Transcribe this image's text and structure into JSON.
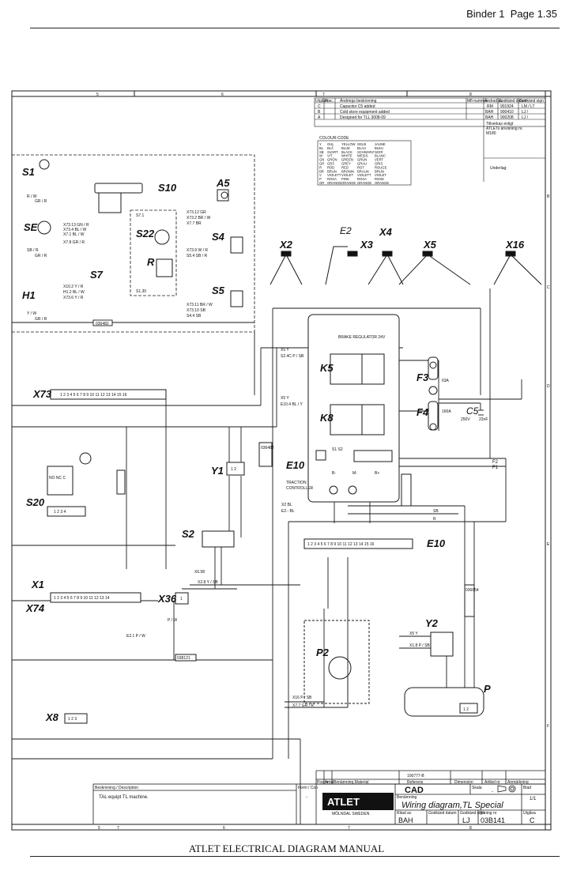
{
  "header": {
    "binder": "Binder 1",
    "page": "Page 1.35"
  },
  "footer": {
    "title": "ATLET ELECTRICAL DIAGRAM MANUAL"
  },
  "frame": {
    "columns_top": [
      "5",
      "6",
      "7",
      "8"
    ],
    "columns_bottom": [
      "5",
      "7",
      "6",
      "7",
      "8"
    ],
    "rows_right": [
      "B",
      "C",
      "D",
      "E",
      "F"
    ]
  },
  "revisions": {
    "headers": [
      "Utgåva",
      "Plac.",
      "Ändrings beskrivning",
      "Mfl-nummer",
      "Ändrad av",
      "Godkänd datum",
      "Godkänd sign"
    ],
    "rows": [
      {
        "rev": "C",
        "text": "Capacitor C5 added",
        "by": "RM",
        "date": "901924",
        "sign": "LM / LT"
      },
      {
        "rev": "B",
        "text": "Cold store equipment added",
        "by": "BAH",
        "date": "900410",
        "sign": "LJ /"
      },
      {
        "rev": "A",
        "text": "Designed for TLL 3008-09",
        "by": "BAH",
        "date": "900208",
        "sign": "LJ /"
      }
    ],
    "note1": "Tillverkas enligt",
    "note2": "ATLETs anvisning nr.",
    "note3": "M180",
    "underlag": "Underlag:"
  },
  "colour_code": {
    "title": "COLOUR-CODE",
    "rows": [
      [
        "Y",
        "GUL",
        "YELLOW",
        "GELB",
        "JAUNE"
      ],
      [
        "BL",
        "BLÅ",
        "BLUE",
        "BLAU",
        "BLEU"
      ],
      [
        "SB",
        "SVART",
        "BLACK",
        "SCHWARZ",
        "NOIR"
      ],
      [
        "W",
        "VIT",
        "WHITE",
        "WEISS",
        "BLANC"
      ],
      [
        "GN",
        "GRÖN",
        "GREEN",
        "GRÜN",
        "VERT"
      ],
      [
        "GR",
        "GRÅ",
        "GREY",
        "GRAU",
        "GRIS"
      ],
      [
        "R",
        "RÖD",
        "RED",
        "ROT",
        "ROUGE"
      ],
      [
        "BR",
        "BRUN",
        "BROWN",
        "BRAUN",
        "BRUN"
      ],
      [
        "V",
        "VIOLETT",
        "VIOLET",
        "VIOLETT",
        "VIOLET"
      ],
      [
        "P",
        "ROSA",
        "PINK",
        "ROSA",
        "ROSE"
      ],
      [
        "OR",
        "ORANGE",
        "ORANGE",
        "ORANGE",
        "ORANGE"
      ]
    ]
  },
  "components": {
    "S1": "S1",
    "SE": "SE",
    "H1": "H1",
    "S10": "S10",
    "S22": "S22",
    "R": "R",
    "S7": "S7",
    "A5": "A5",
    "S4": "S4",
    "S5": "S5",
    "X2": "X2",
    "X3": "X3",
    "X4": "X4",
    "X5": "X5",
    "X16": "X16",
    "E2": "E2",
    "K5": "K5",
    "K8": "K8",
    "F3": "F3",
    "F4": "F4",
    "C5": "C5",
    "E10": "E10",
    "E10b": "E10",
    "X73": "X73",
    "Y1": "Y1",
    "S20": "S20",
    "S2": "S2",
    "X1": "X1",
    "X74": "X74",
    "X36": "X36",
    "Y2": "Y2",
    "P2": "P2",
    "P": "P",
    "X8": "X8"
  },
  "texts": {
    "brake_regulator": "BRAKE REGULATOR 24V",
    "traction": "TRACTION",
    "controller": "CONTROLLER",
    "f3_rating": "63A",
    "f4_rating": "160A",
    "c5_rating": "250V",
    "y2_rating": "22nF",
    "s22_s71": "S7.1",
    "s22_s130": "S1.30",
    "ref1": "036482",
    "ref2": "036482",
    "ref3": "038121",
    "ref4": "036654",
    "s20_contacts": "NO NC C",
    "x73_pins": "1 2 3 4 5 6 7 8 9 10 11 12 13 14 15 16",
    "x74_pins": "1 2 3 4 5 6 7 8 9 10 11 12 13 14",
    "e10_pins": "1 2 3 4 5 6 7 8 9 10 11 12 13 14 15 16",
    "s20_pins": "1 2 3 4",
    "x8_pins": "1 2 3",
    "y1_pins": "1 2",
    "x36_pin": "1",
    "p_pins": "1 2",
    "s1_wire1": "R / W",
    "s1_wire2": "GR / R",
    "se_wire": "SB / R",
    "se_wire2": "GR / R",
    "h1_wire1": "Y / W",
    "h1_wire2": "GR / R",
    "s10_wires": [
      "X73.13 GN / R",
      "X73.4 BL / W",
      "X7.1 BL / W",
      "X7.8 GR / R"
    ],
    "s7_wires": [
      "X10.2 Y / R",
      "H1.2 BL / W",
      "X73.6 Y / R"
    ],
    "a5_wires": [
      "X73.12 GR",
      "X73.2 BR / W",
      "X7.7 BR"
    ],
    "s4_wires": [
      "X73.9 W / R",
      "S5.4 SB / R"
    ],
    "s5_wires": [
      "X73.11 BR / W",
      "X73.10 SB",
      "S4.4 SB"
    ],
    "k5_wires": [
      "X5 Y",
      "S2.4C P / SB"
    ],
    "k8_wires": [
      "X5 Y",
      "E10.4 BL / Y"
    ],
    "e10_left": [
      "X2 BL",
      "E2.- BL"
    ],
    "e10_nodes": "S1 S2",
    "e10_terms": [
      "B-",
      "M-",
      "B+"
    ],
    "f_right": [
      "F2",
      "F1"
    ],
    "wire_sb": "SB",
    "wire_r": "R",
    "y2_wires": [
      "X5 Y",
      "X1.8 P / SB"
    ],
    "p2_wires": [
      "X16 P / SB",
      "X7.7 GR / R"
    ],
    "s2_wires": [
      "X6.58",
      "X2.8 Y / SB"
    ],
    "x1_bottom": "E2.1 P / W",
    "x36_wire": "P / W"
  },
  "title_block": {
    "ref_row": [
      "Pos.nr",
      "Antal",
      "Benämning,Material",
      "Referens",
      "Dimension",
      "Artikel nr",
      "Anmärkning"
    ],
    "drawing_no_top": "100777-B",
    "desc_label": "Beskrivning / Description",
    "desc": "TAL equipt TL machine.",
    "form_label": "Form / Con",
    "form_value": "-",
    "logo": "ATLET",
    "city": "MÖLNDAL  SWEDEN",
    "cad": "CAD",
    "scale_label": "Skala",
    "scale": "-",
    "benamning_label": "Benämning",
    "title": "Wiring diagram,TL Special",
    "ritad_label": "Ritad av",
    "ritad": "BAH",
    "godkand_label": "Godkänd datum",
    "godkand_sign_label": "Godkänd sign",
    "godkand_sign": "LJ",
    "ritning_label": "Ritning nr",
    "ritning": "03B141",
    "blad_label": "Blad",
    "blad": "1/1",
    "utgava_label": "Utgåva",
    "utgava": "C"
  },
  "colors": {
    "line": "#1a1a1a",
    "paper": "#ffffff"
  }
}
